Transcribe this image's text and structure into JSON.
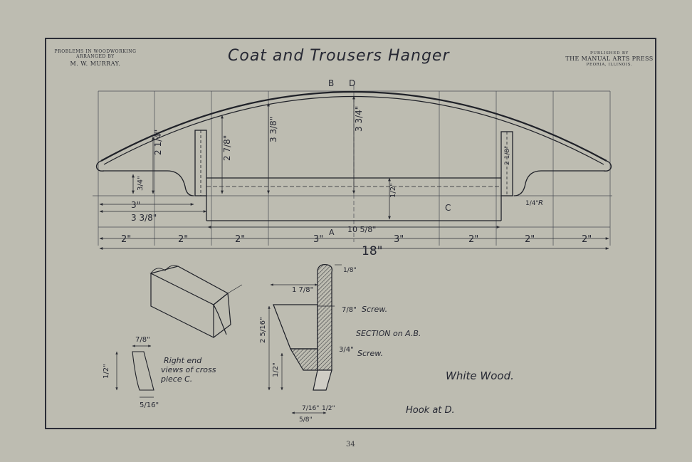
{
  "header": {
    "left_line1": "PROBLEMS IN WOODWORKING",
    "left_line2": "ARRANGED BY",
    "left_author": "M. W. MURRAY.",
    "right_line1": "PUBLISHED BY",
    "right_publisher": "THE MANUAL ARTS PRESS",
    "right_city": "PEORIA, ILLINOIS."
  },
  "title": "Coat and Trousers Hanger",
  "page_number": "34",
  "labels": {
    "point_b": "B",
    "point_d": "D",
    "point_a": "A",
    "point_c": "C",
    "point_r": "R",
    "screw_top": "Screw.",
    "screw_bottom": "Screw.",
    "section": "SECTION on A.B.",
    "right_end_1": "Right end",
    "right_end_2": "views of cross",
    "right_end_3": "piece C.",
    "material": "White Wood.",
    "hook": "Hook at D."
  },
  "dimensions": {
    "bottom_segments": [
      "2\"",
      "2\"",
      "2\"",
      "3\"",
      "3\"",
      "2\"",
      "2\"",
      "2\""
    ],
    "total_length": "18\"",
    "crosspiece_length": "10 5/8\"",
    "height_center": "3 3/4\"",
    "height_3_3_8": "3 3/8\"",
    "height_2_7_8": "2 7/8\"",
    "height_2_1_4": "2 1/4\"",
    "left_3_4": "3/4\"",
    "left_3": "3\"",
    "left_3_3_8": "3 3/8\"",
    "center_1_2": "1/2\"",
    "right_1_4": "1/4\"",
    "right_post": "2 1/8\"",
    "end_1_8": "1/8\"",
    "section_1_7_8": "1 7/8\"",
    "section_7_8": "7/8\"",
    "section_2_5_16": "2 5/16\"",
    "section_3_4": "3/4\"",
    "section_1_2": "1/2\"",
    "section_bottom_a": "7/16\"",
    "section_bottom_b": "1/2\"",
    "section_bottom_total": "5/8\"",
    "end_view_width": "7/8\"",
    "end_view_height": "1/2\"",
    "end_view_base": "5/16\""
  }
}
